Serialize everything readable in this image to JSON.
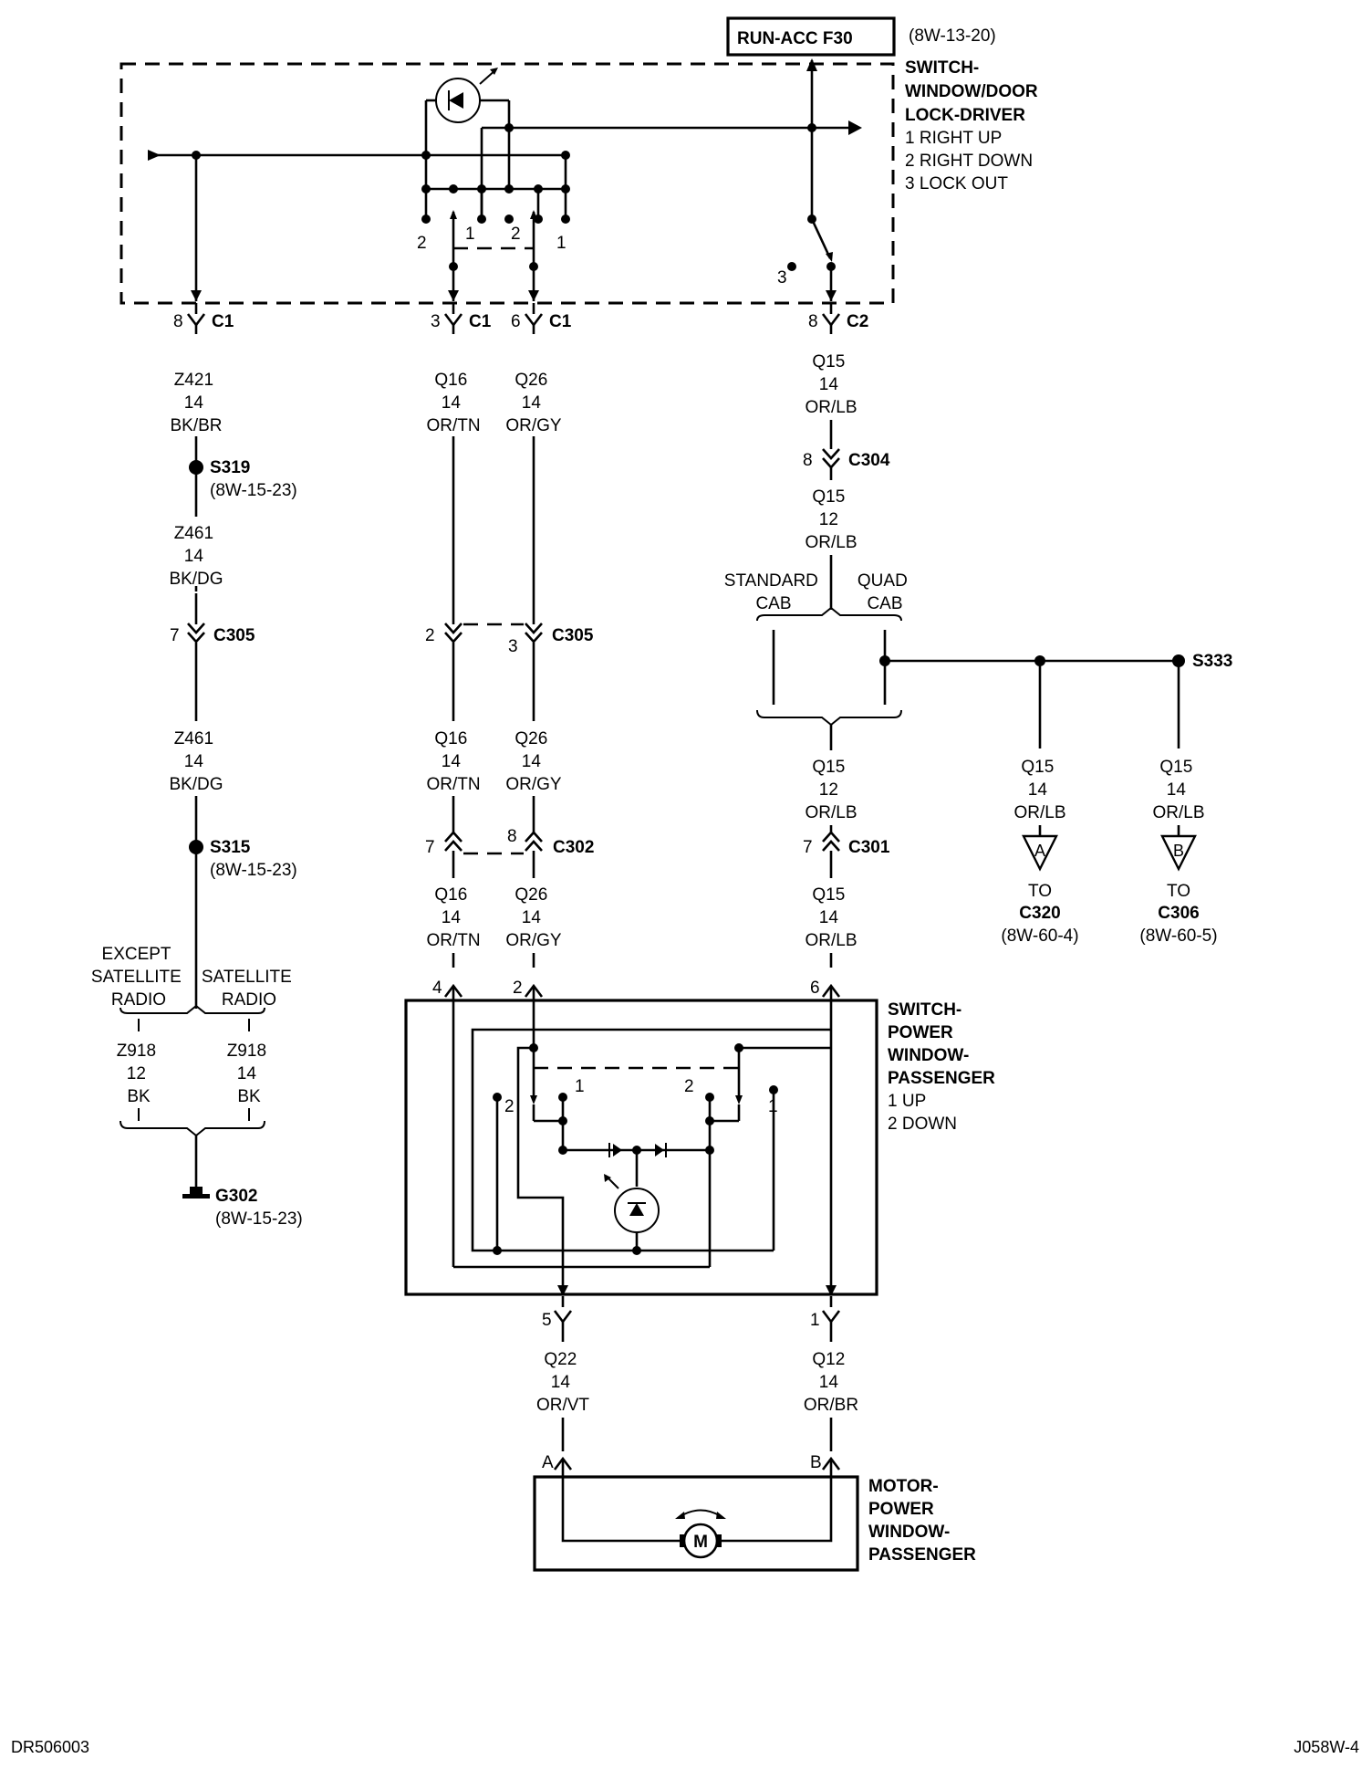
{
  "fuse": {
    "label": "RUN-ACC F30",
    "ref": "(8W-13-20)"
  },
  "driver_switch": {
    "title": [
      "SWITCH-",
      "WINDOW/DOOR",
      "LOCK-DRIVER"
    ],
    "positions": [
      "1 RIGHT UP",
      "2 RIGHT DOWN",
      "3 LOCK OUT"
    ],
    "contact_labels": {
      "left_2": "2",
      "mid_1": "1",
      "mid_2": "2",
      "right_1": "1",
      "lockout_3": "3"
    }
  },
  "connectors": {
    "c1_pin8": {
      "pin": "8",
      "name": "C1"
    },
    "c1_pin3": {
      "pin": "3",
      "name": "C1"
    },
    "c1_pin6": {
      "pin": "6",
      "name": "C1"
    },
    "c2_pin8": {
      "pin": "8",
      "name": "C2"
    },
    "c304": {
      "pin": "8",
      "name": "C304"
    },
    "c305_7": {
      "pin": "7",
      "name": "C305"
    },
    "c305_2": {
      "pin": "2"
    },
    "c305_3": {
      "pin": "3",
      "name": "C305"
    },
    "c302_7": {
      "pin": "7"
    },
    "c302_8": {
      "pin": "8",
      "name": "C302"
    },
    "c301": {
      "pin": "7",
      "name": "C301"
    },
    "ps_4": {
      "pin": "4"
    },
    "ps_2": {
      "pin": "2"
    },
    "ps_6": {
      "pin": "6"
    },
    "ps_5": {
      "pin": "5"
    },
    "ps_1": {
      "pin": "1"
    },
    "motor_a": {
      "pin": "A"
    },
    "motor_b": {
      "pin": "B"
    }
  },
  "wires": {
    "z421": [
      "Z421",
      "14",
      "BK/BR"
    ],
    "z461_a": [
      "Z461",
      "14",
      "BK/DG"
    ],
    "z461_b": [
      "Z461",
      "14",
      "BK/DG"
    ],
    "q16_a": [
      "Q16",
      "14",
      "OR/TN"
    ],
    "q26_a": [
      "Q26",
      "14",
      "OR/GY"
    ],
    "q16_b": [
      "Q16",
      "14",
      "OR/TN"
    ],
    "q26_b": [
      "Q26",
      "14",
      "OR/GY"
    ],
    "q16_c": [
      "Q16",
      "14",
      "OR/TN"
    ],
    "q26_c": [
      "Q26",
      "14",
      "OR/GY"
    ],
    "q15_a": [
      "Q15",
      "14",
      "OR/LB"
    ],
    "q15_b": [
      "Q15",
      "12",
      "OR/LB"
    ],
    "q15_c": [
      "Q15",
      "12",
      "OR/LB"
    ],
    "q15_d": [
      "Q15",
      "14",
      "OR/LB"
    ],
    "q15_e": [
      "Q15",
      "14",
      "OR/LB"
    ],
    "q15_f": [
      "Q15",
      "14",
      "OR/LB"
    ],
    "z918_a": [
      "Z918",
      "12",
      "BK"
    ],
    "z918_b": [
      "Z918",
      "14",
      "BK"
    ],
    "q22": [
      "Q22",
      "14",
      "OR/VT"
    ],
    "q12": [
      "Q12",
      "14",
      "OR/BR"
    ]
  },
  "splices": {
    "s319": {
      "name": "S319",
      "ref": "(8W-15-23)"
    },
    "s315": {
      "name": "S315",
      "ref": "(8W-15-23)"
    },
    "s333": {
      "name": "S333"
    }
  },
  "ground": {
    "name": "G302",
    "ref": "(8W-15-23)"
  },
  "branches": {
    "except_satellite": [
      "EXCEPT",
      "SATELLITE",
      "RADIO"
    ],
    "satellite": [
      "SATELLITE",
      "RADIO"
    ],
    "standard_cab": [
      "STANDARD",
      "CAB"
    ],
    "quad_cab": [
      "QUAD",
      "CAB"
    ]
  },
  "offpage": {
    "a": {
      "symbol": "A",
      "to": "TO",
      "connector": "C320",
      "ref": "(8W-60-4)"
    },
    "b": {
      "symbol": "B",
      "to": "TO",
      "connector": "C306",
      "ref": "(8W-60-5)"
    }
  },
  "passenger_switch": {
    "title": [
      "SWITCH-",
      "POWER",
      "WINDOW-",
      "PASSENGER"
    ],
    "positions": [
      "1 UP",
      "2 DOWN"
    ],
    "contact_labels": {
      "left_2": "2",
      "left_1": "1",
      "right_2": "2",
      "right_1": "1"
    }
  },
  "motor": {
    "title": [
      "MOTOR-",
      "POWER",
      "WINDOW-",
      "PASSENGER"
    ],
    "symbol": "M"
  },
  "footer": {
    "left": "DR506003",
    "right": "J058W-4"
  }
}
